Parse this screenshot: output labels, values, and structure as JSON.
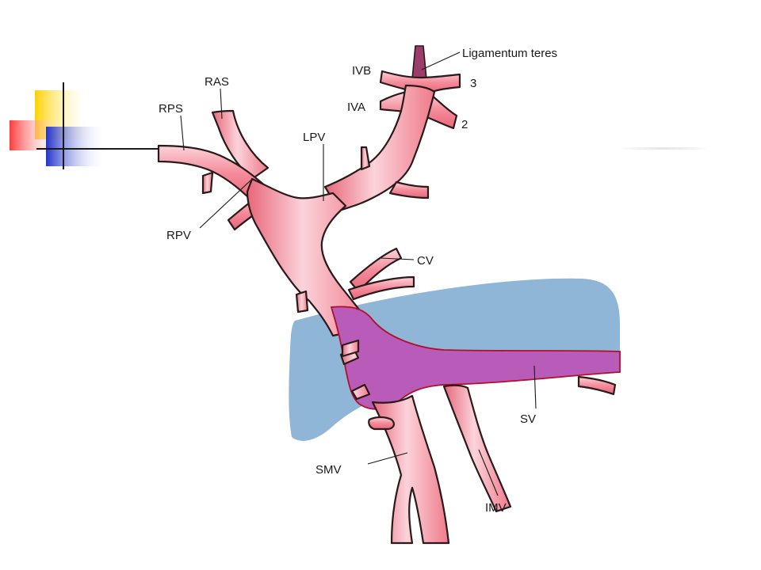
{
  "slide": {
    "deco_colors": {
      "yellow": "#ffd200",
      "red": "#ff3b3b",
      "blue": "#2233cc",
      "line": "#1a1a1a"
    }
  },
  "diagram": {
    "colors": {
      "vein": "#f07a8a",
      "vein_highlight": "#fbd3da",
      "vein_outline": "#2a1a1a",
      "pancreas": "#8fb6d6",
      "overlap": "#b95bb8",
      "overlap_border": "#b0102a",
      "ligament": "#9a3d6a"
    },
    "labels": {
      "ligamentum_teres": "Ligamentum teres",
      "ivb": "IVB",
      "three": "3",
      "iva": "IVA",
      "two": "2",
      "ras": "RAS",
      "rps": "RPS",
      "lpv": "LPV",
      "rpv": "RPV",
      "cv": "CV",
      "sv": "SV",
      "smv": "SMV",
      "imv": "IMV"
    }
  }
}
